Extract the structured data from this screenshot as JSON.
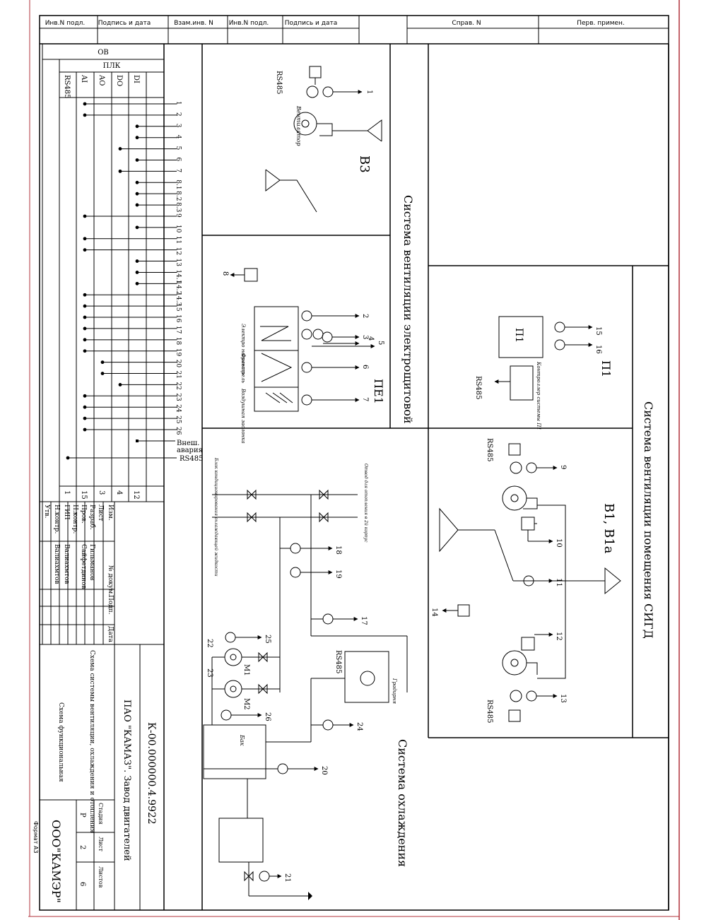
{
  "colors": {
    "frame_accent": "#b0303a",
    "ink": "#000000"
  },
  "top_header": {
    "cells": [
      "Инв.N подл.",
      "Подпись и дата",
      "Взам.инв. N",
      "Инв.N подл.",
      "Подпись и дата"
    ],
    "right_cells": [
      "Справ. N",
      "Перв. примен."
    ]
  },
  "plc": {
    "group_title": "ОВ",
    "plc_title": "ПЛК",
    "columns": [
      "RS485",
      "AI",
      "AO",
      "DO",
      "DI"
    ],
    "column_totals": [
      "1",
      "15",
      "3",
      "4",
      "12"
    ],
    "terminals": [
      "1",
      "2",
      "3",
      "4",
      "5",
      "6",
      "7",
      "8.1",
      "8.2",
      "8.3",
      "9",
      "10",
      "11",
      "12",
      "13",
      "14.1",
      "14.2",
      "14.3",
      "15",
      "16",
      "17",
      "18",
      "19",
      "20",
      "21",
      "22",
      "23",
      "24",
      "25",
      "26"
    ],
    "ext_alarm_1": "Внеш.",
    "ext_alarm_2": "авария",
    "rs485_label": "RS485"
  },
  "sections": {
    "b3": {
      "title": "В3",
      "fan_label": "Вентилятор",
      "fan_tag": "В3",
      "rs485": "RS485",
      "term": "1"
    },
    "pe1": {
      "title": "ПЕ1",
      "heater": "Электро нагреватель",
      "filter": "Фильтр",
      "valve": "Воздушная заслонка",
      "terms": [
        "2",
        "3",
        "4",
        "5",
        "6",
        "7",
        "8"
      ]
    },
    "pe_system": "Система вентиляции электрощитовой",
    "p1": {
      "title": "П1",
      "box": "П1",
      "controller": "Контроллер системы П1",
      "terms": [
        "15",
        "16"
      ],
      "rs485": "RS485"
    },
    "sigd": {
      "system": "Система вентиляции помещения СИГД",
      "title": "В1, В1а",
      "terms": [
        "9",
        "10",
        "11",
        "12",
        "13",
        "14"
      ],
      "rs485_top": "RS485",
      "rs485_bottom": "RS485"
    },
    "cooling": {
      "system": "Система охлаждения",
      "pipe_label_1": "Отвод для отопления в 2й корпус",
      "pipe_label_2": "Блок кондиционирования охлаждающей жидкости",
      "tank": "Бак",
      "cooler": "Градирня",
      "m1": "М1",
      "m2": "М2",
      "rs485": "RS485",
      "terms": [
        "17",
        "18",
        "19",
        "20",
        "21",
        "22",
        "23",
        "24",
        "25",
        "26"
      ]
    }
  },
  "stamp": {
    "rows": [
      "Изм.",
      "Лист",
      "Разраб.",
      "Пров.",
      "Н.контр.",
      "ГИП",
      "Н.контр.",
      "Утв."
    ],
    "cols": [
      "№ докум.",
      "Подп.",
      "Дата"
    ],
    "people": [
      "Гильманов",
      "Сайфетдинов",
      "Валиахмтов",
      "Валиахмтов"
    ],
    "company": "ПАО \"КАМАЗ\". Завод двигателей",
    "doc_no": "К-00.000000.4.9922",
    "desc": "Схема системы вентиляции, охлаждения и отопления",
    "sheet_title": "Схема функциональная",
    "stage_hdr": "Стадия",
    "sheet_hdr": "Лист",
    "sheets_hdr": "Листов",
    "stage": "Р",
    "sheet": "2",
    "sheets": "6",
    "org": "ООО\"КАМЭР\"",
    "format": "Формат А3"
  }
}
